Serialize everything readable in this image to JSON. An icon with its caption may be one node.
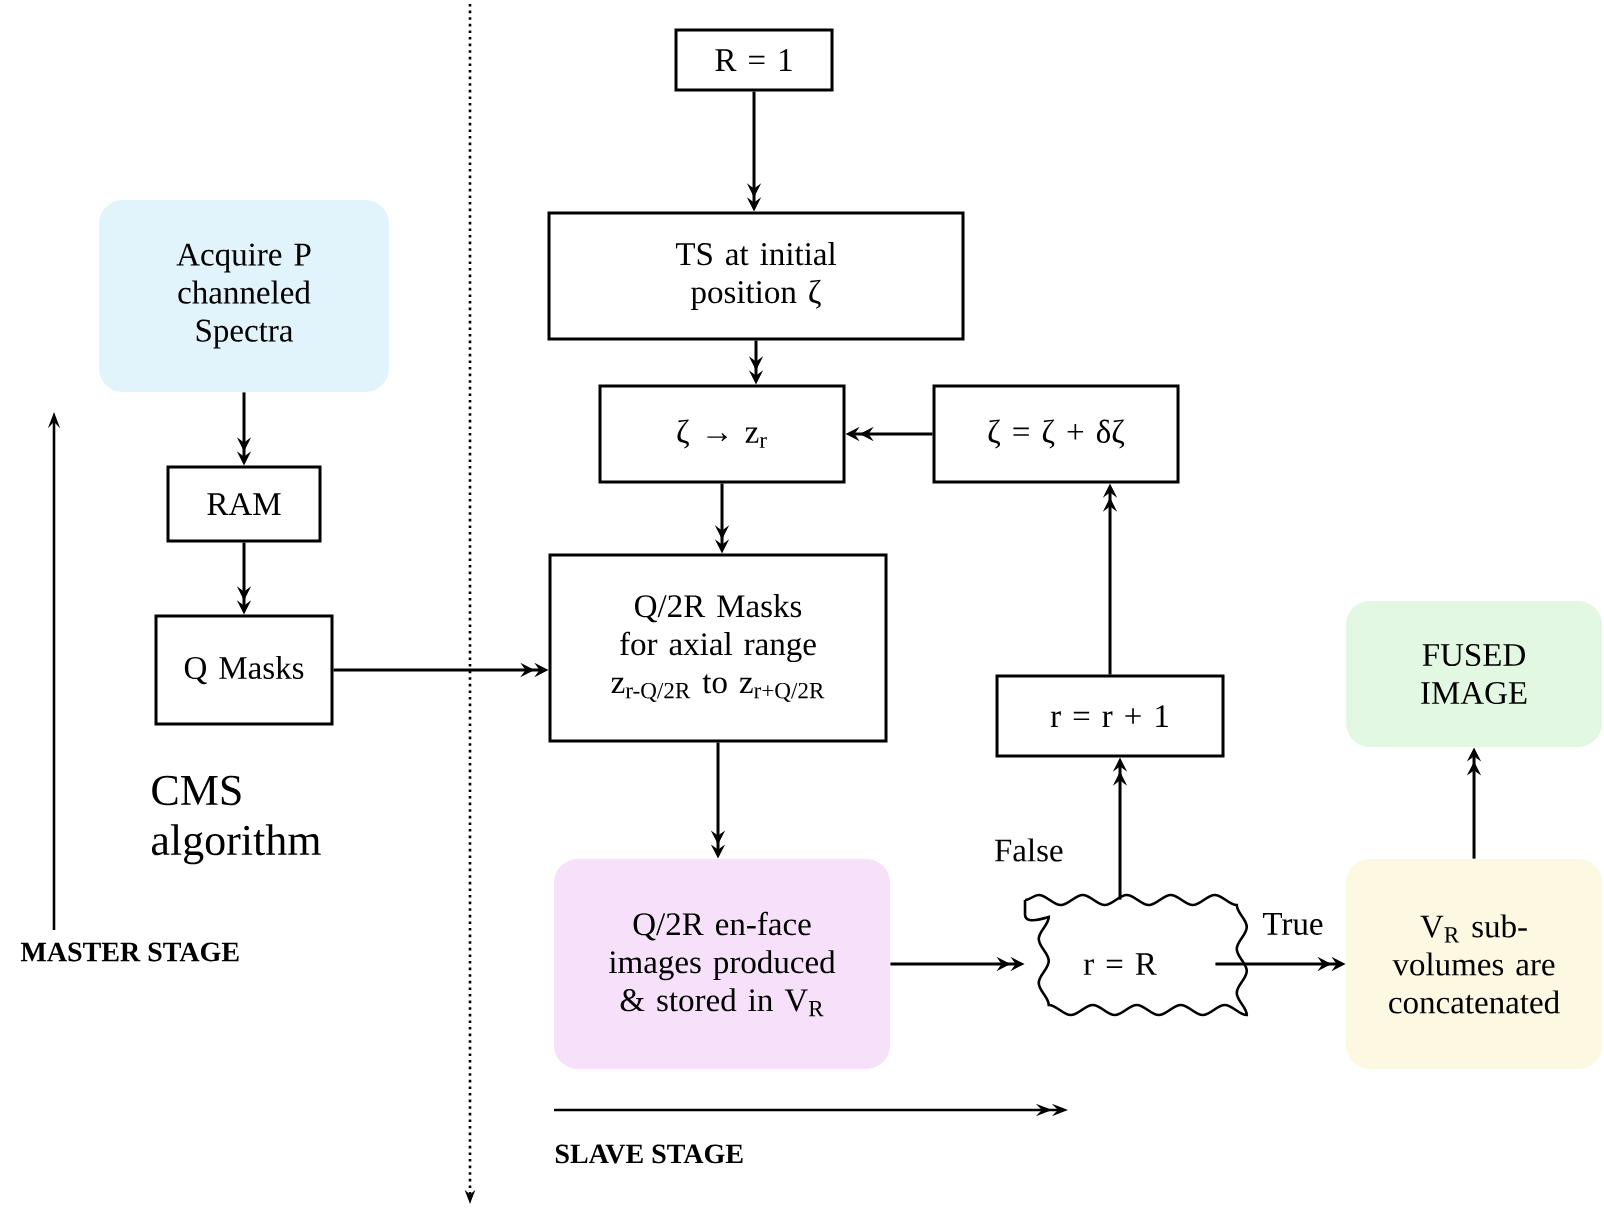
{
  "diagram": {
    "nodes": [
      {
        "text": [
          "R = 1"
        ]
      },
      {
        "text": [
          "TS at initial position ζ"
        ]
      },
      {
        "text": [
          "ζ  → z$_{r}$"
        ]
      },
      {
        "text": [
          "ζ = ζ + δζ"
        ]
      },
      {
        "text": [
          "Q/2R Masks for axial range z$_{r-Q/2R}$ to z$_{r+Q/2R}$"
        ]
      },
      {
        "text": [
          "Q/2R en-face images produced & stored in V$_{R}$"
        ]
      },
      {
        "text": [
          "r = R"
        ]
      },
      {
        "text": [
          "r = r + 1"
        ]
      },
      {
        "text": [
          "FUSED IMAGE"
        ]
      },
      {
        "text": [
          "V$_{R}$ sub-volumes are concatenated"
        ]
      },
      {
        "text": [
          "Acquire P channeled Spectra"
        ]
      },
      {
        "text": [
          "RAM"
        ]
      },
      {
        "text": [
          "Q Masks"
        ]
      }
    ],
    "edges": [
      {
        "from": 0,
        "to": 1,
        "arrow": "to"
      },
      {
        "from": 1,
        "to": 2,
        "arrow": "to"
      },
      {
        "from": 3,
        "to": 2,
        "arrow": "to"
      },
      {
        "from": 2,
        "to": 4,
        "arrow": "to"
      },
      {
        "from": 12,
        "to": 4,
        "arrow": "to"
      },
      {
        "from": 4,
        "to": 5,
        "arrow": "to"
      },
      {
        "from": 5,
        "to": 6,
        "arrow": "to"
      },
      {
        "from": 6,
        "to": 7,
        "arrow": "to",
        "label": "False"
      },
      {
        "from": 7,
        "to": 3,
        "arrow": "to"
      },
      {
        "from": 6,
        "to": 9,
        "arrow": "to",
        "label": "True"
      },
      {
        "from": 9,
        "to": 8,
        "arrow": "to"
      },
      {
        "from": 10,
        "to": 11,
        "arrow": "to"
      },
      {
        "from": 11,
        "to": 12,
        "arrow": "to"
      }
    ],
    "labels": [
      "CMS algorithm",
      "MASTER STAGE",
      "SLAVE STAGE"
    ]
  }
}
